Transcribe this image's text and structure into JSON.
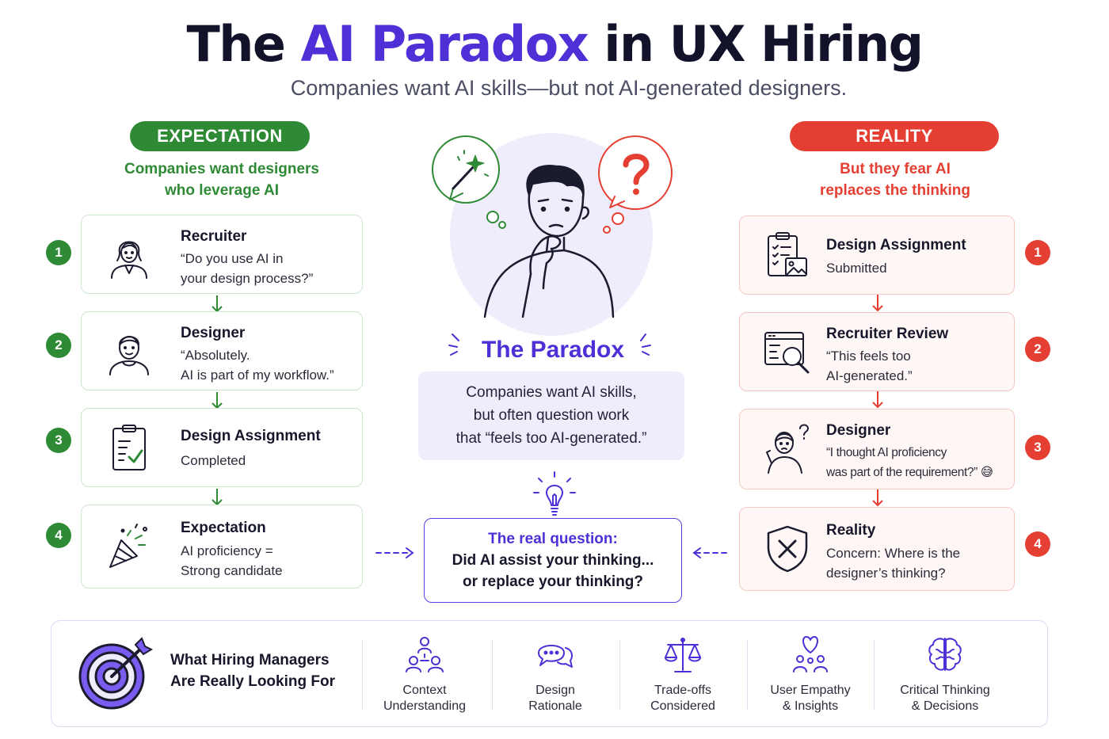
{
  "header": {
    "title_prefix": "The ",
    "title_accent": "AI Paradox",
    "title_suffix": " in UX Hiring",
    "subtitle": "Companies want AI skills—but not AI-generated designers."
  },
  "colors": {
    "expectation": "#2f8a35",
    "reality": "#e43f32",
    "accent": "#4f2fd6"
  },
  "expectation": {
    "pill": "EXPECTATION",
    "tagline": "Companies want designers\nwho leverage AI",
    "steps": [
      {
        "number": "1",
        "title": "Recruiter",
        "body": "“Do you use AI in\nyour design process?”",
        "icon": "recruiter-icon"
      },
      {
        "number": "2",
        "title": "Designer",
        "body": "“Absolutely.\nAI is part of my workflow.”",
        "icon": "designer-icon"
      },
      {
        "number": "3",
        "title": "Design Assignment",
        "body": "Completed",
        "icon": "clipboard-check-icon"
      },
      {
        "number": "4",
        "title": "Expectation",
        "body": "AI proficiency =\nStrong candidate",
        "icon": "party-popper-icon"
      }
    ]
  },
  "reality": {
    "pill": "REALITY",
    "tagline": "But they fear AI\nreplaces the thinking",
    "steps": [
      {
        "number": "1",
        "title": "Design Assignment",
        "body": "Submitted",
        "icon": "assignment-icon"
      },
      {
        "number": "2",
        "title": "Recruiter Review",
        "body": "“This feels too\nAI-generated.”",
        "icon": "magnifier-review-icon"
      },
      {
        "number": "3",
        "title": "Designer",
        "body": "“I thought AI proficiency\nwas part of the requirement?” 😅",
        "icon": "confused-designer-icon"
      },
      {
        "number": "4",
        "title": "Reality",
        "body": "Concern: Where is the\ndesigner’s thinking?",
        "icon": "shield-x-icon"
      }
    ]
  },
  "center": {
    "title": "The Paradox",
    "body": "Companies want AI skills,\nbut often question work\nthat “feels too AI-generated.”",
    "question_title": "The real question:",
    "question_body": "Did AI assist your thinking...\nor replace your thinking?"
  },
  "bottom": {
    "label": "What Hiring Managers\nAre Really Looking For",
    "items": [
      {
        "label": "Context\nUnderstanding",
        "icon": "people-network-icon"
      },
      {
        "label": "Design\nRationale",
        "icon": "chat-bubbles-icon"
      },
      {
        "label": "Trade-offs\nConsidered",
        "icon": "scales-icon"
      },
      {
        "label": "User Empathy\n& Insights",
        "icon": "heart-people-icon"
      },
      {
        "label": "Critical Thinking\n& Decisions",
        "icon": "brain-icon"
      }
    ]
  }
}
